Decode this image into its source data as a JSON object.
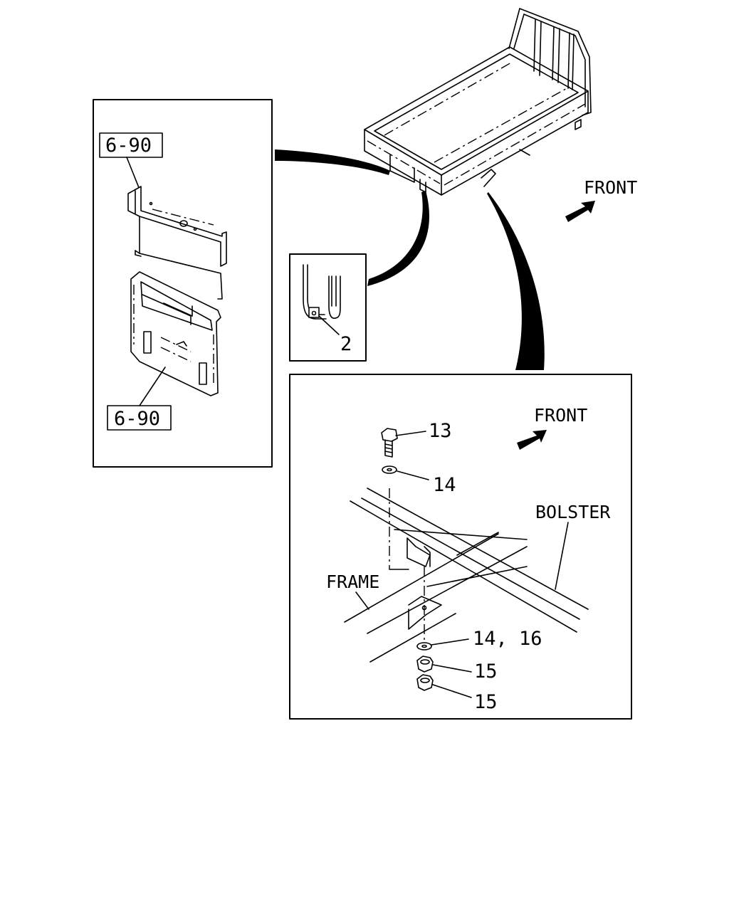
{
  "labels": {
    "front_top": "FRONT",
    "front_detail": "FRONT",
    "bolster": "BOLSTER",
    "frame": "FRAME"
  },
  "callouts": {
    "ref_upper": "6-90",
    "ref_lower": "6-90",
    "part_2": "2",
    "part_13": "13",
    "part_14": "14",
    "part_14_16": "14, 16",
    "part_15_upper": "15",
    "part_15_lower": "15"
  },
  "icons": {
    "front_arrow": "front-arrow-icon"
  },
  "colors": {
    "ink": "#000000",
    "paper": "#ffffff"
  }
}
